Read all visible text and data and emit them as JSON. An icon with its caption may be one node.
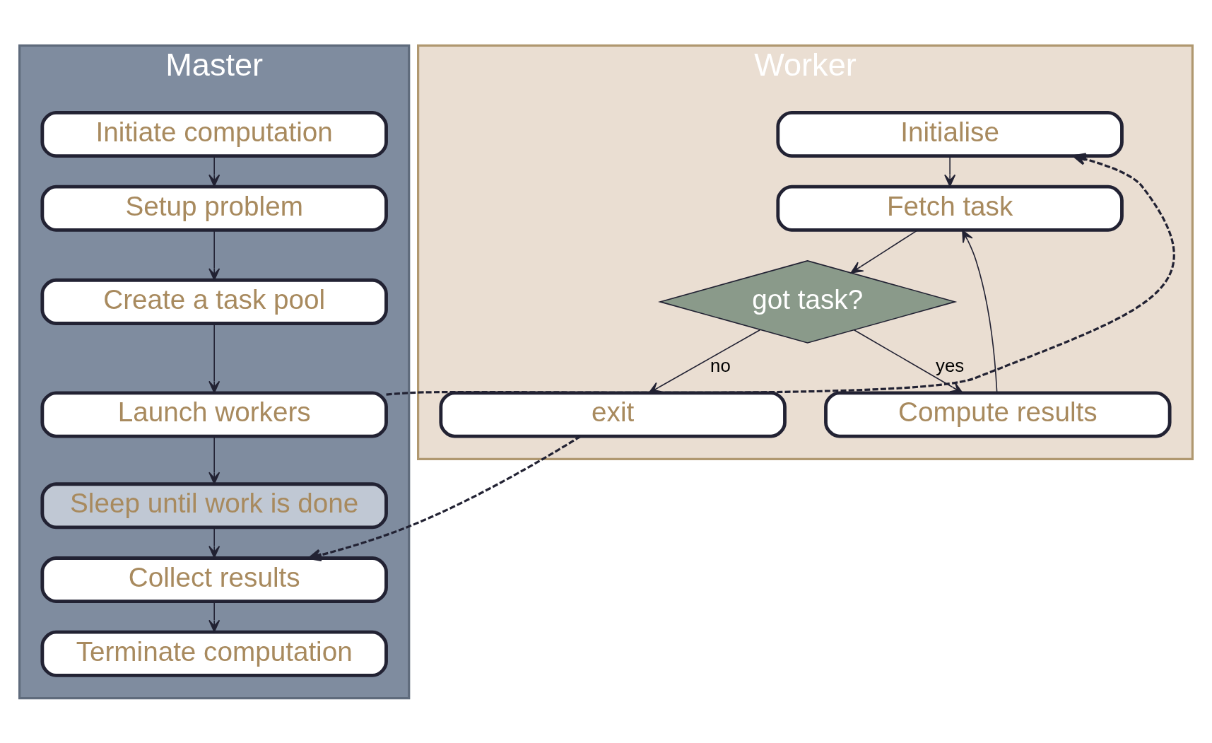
{
  "diagram": {
    "nodes": [
      {
        "text": [
          "Master"
        ]
      },
      {
        "text": [
          "Initiate computation"
        ],
        "in": 0
      },
      {
        "text": [
          "Setup problem"
        ],
        "in": 0
      },
      {
        "text": [
          "Create a task pool"
        ],
        "in": 0
      },
      {
        "text": [
          "Launch workers"
        ],
        "in": 0
      },
      {
        "text": [
          "Sleep until work is done"
        ],
        "in": 0
      },
      {
        "text": [
          "Collect results"
        ],
        "in": 0
      },
      {
        "text": [
          "Terminate computation"
        ],
        "in": 0
      },
      {
        "text": [
          "Worker"
        ]
      },
      {
        "text": [
          "Initialise"
        ],
        "in": 8
      },
      {
        "text": [
          "Fetch task"
        ],
        "in": 8
      },
      {
        "text": [
          "got task?"
        ],
        "in": 8
      },
      {
        "text": [
          "Compute results"
        ],
        "in": 8
      },
      {
        "text": [
          "exit"
        ],
        "in": 8
      }
    ],
    "edges": [
      {
        "from": 1,
        "to": 2,
        "arrow": "to"
      },
      {
        "from": 2,
        "to": 3,
        "arrow": "to"
      },
      {
        "from": 3,
        "to": 4,
        "arrow": "to"
      },
      {
        "from": 4,
        "to": 5,
        "arrow": "to"
      },
      {
        "from": 5,
        "to": 6,
        "arrow": "to"
      },
      {
        "from": 6,
        "to": 7,
        "arrow": "to"
      },
      {
        "from": 4,
        "to": 9,
        "arrow": "to",
        "style": "dashed"
      },
      {
        "from": 9,
        "to": 10,
        "arrow": "to"
      },
      {
        "from": 10,
        "to": 11,
        "arrow": "to"
      },
      {
        "from": 11,
        "to": 12,
        "arrow": "to",
        "label": "yes"
      },
      {
        "from": 11,
        "to": 13,
        "arrow": "to",
        "label": "no"
      },
      {
        "from": 12,
        "to": 10,
        "arrow": "to"
      },
      {
        "from": 13,
        "to": 6,
        "arrow": "to",
        "style": "dashed"
      }
    ]
  }
}
